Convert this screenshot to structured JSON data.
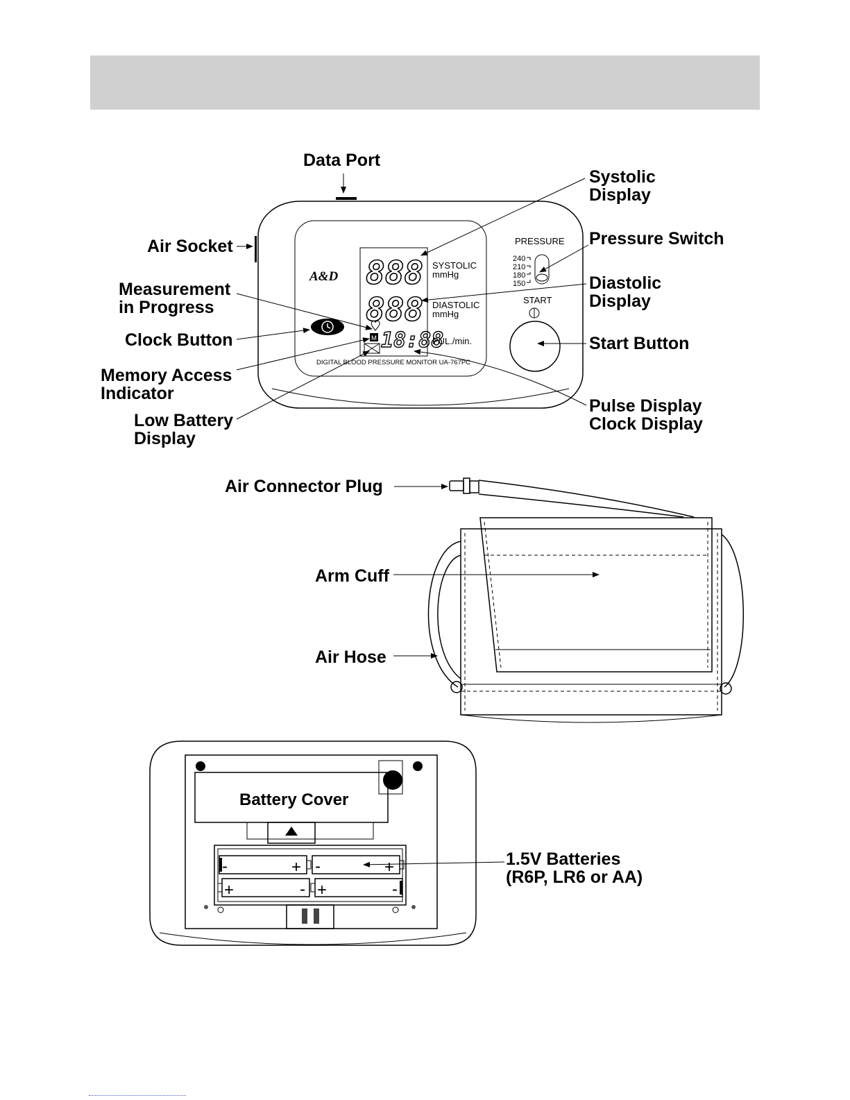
{
  "labels": {
    "data_port": "Data Port",
    "systolic_display": [
      "Systolic",
      "Display"
    ],
    "air_socket": "Air Socket",
    "pressure_switch": "Pressure Switch",
    "measurement_in_progress": [
      "Measurement",
      "in Progress"
    ],
    "diastolic_display": [
      "Diastolic",
      "Display"
    ],
    "clock_button": "Clock Button",
    "start_button": "Start Button",
    "memory_access_indicator": [
      "Memory Access",
      "Indicator"
    ],
    "low_battery_display": [
      "Low Battery",
      "Display"
    ],
    "pulse_clock_display": [
      "Pulse Display",
      "Clock Display"
    ],
    "air_connector_plug": "Air Connector Plug",
    "arm_cuff": "Arm Cuff",
    "air_hose": "Air Hose",
    "batteries": [
      "1.5V Batteries",
      "(R6P, LR6 or AA)"
    ]
  },
  "monitor": {
    "brand": "A&D",
    "pressure_heading": "PRESSURE",
    "pressure_settings": [
      "240",
      "210",
      "180",
      "150"
    ],
    "start_label": "START",
    "systolic_unit": [
      "SYSTOLIC",
      "mmHg"
    ],
    "diastolic_unit": [
      "DIASTOLIC",
      "mmHg"
    ],
    "pulse_unit": "PUL./min.",
    "systolic_digits": "888",
    "diastolic_digits": "888",
    "clock_digits": "18:88",
    "memory_mark": "M",
    "model_text": "DIGITAL BLOOD PRESSURE MONITOR UA-767PC"
  },
  "battery_compartment": {
    "cover_label": "Battery Cover",
    "plus": "+",
    "minus": "-"
  }
}
